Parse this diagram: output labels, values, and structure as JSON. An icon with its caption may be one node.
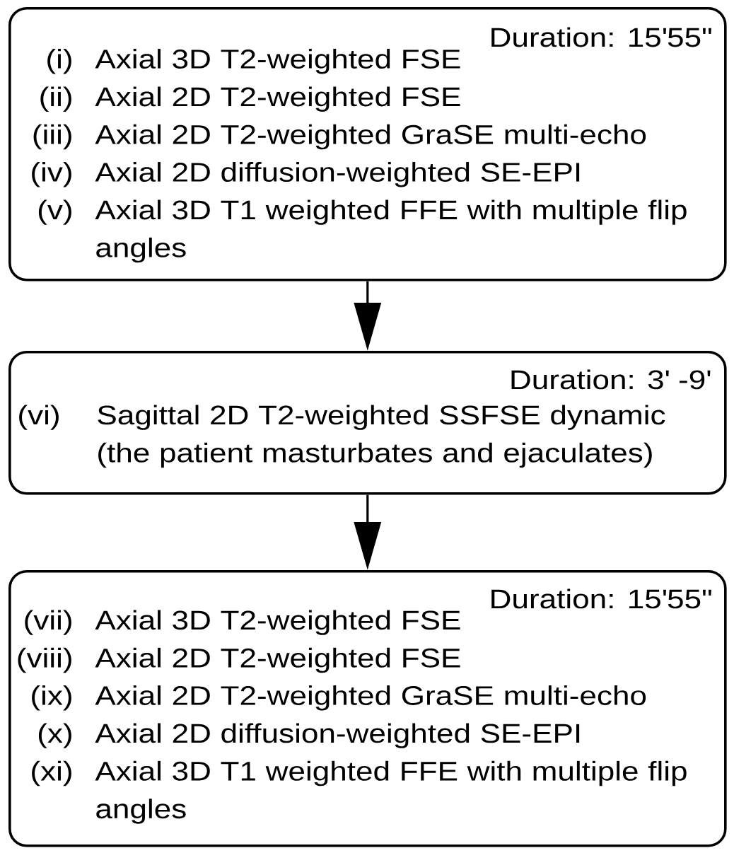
{
  "diagram": {
    "nodes": [
      {
        "text": [
          "Duration: 15'55\"",
          "(i)",
          "Axial 3D T2-weighted FSE",
          "(ii)",
          "Axial 2D T2-weighted FSE",
          "(iii)",
          "Axial 2D T2-weighted GraSE multi-echo",
          "(iv)",
          "Axial 2D diffusion-weighted SE-EPI",
          "(v)",
          "Axial 3D T1 weighted FFE with multiple flip angles"
        ]
      },
      {
        "text": [
          "Duration: 3' -9'",
          "(vi)",
          "Sagittal 2D T2-weighted SSFSE dynamic (the patient masturbates and ejaculates)"
        ]
      },
      {
        "text": [
          "Duration: 15'55\"",
          "(vii)",
          "Axial 3D T2-weighted FSE",
          "(viii)",
          "Axial 2D T2-weighted FSE",
          "(ix)",
          "Axial 2D T2-weighted GraSE multi-echo",
          "(x)",
          "Axial 2D diffusion-weighted SE-EPI",
          "(xi)",
          "Axial 3D T1 weighted FFE with multiple flip angles"
        ]
      }
    ],
    "edges": [
      {
        "from": 0,
        "to": 1,
        "arrow": "to"
      },
      {
        "from": 1,
        "to": 2,
        "arrow": "to"
      }
    ]
  }
}
